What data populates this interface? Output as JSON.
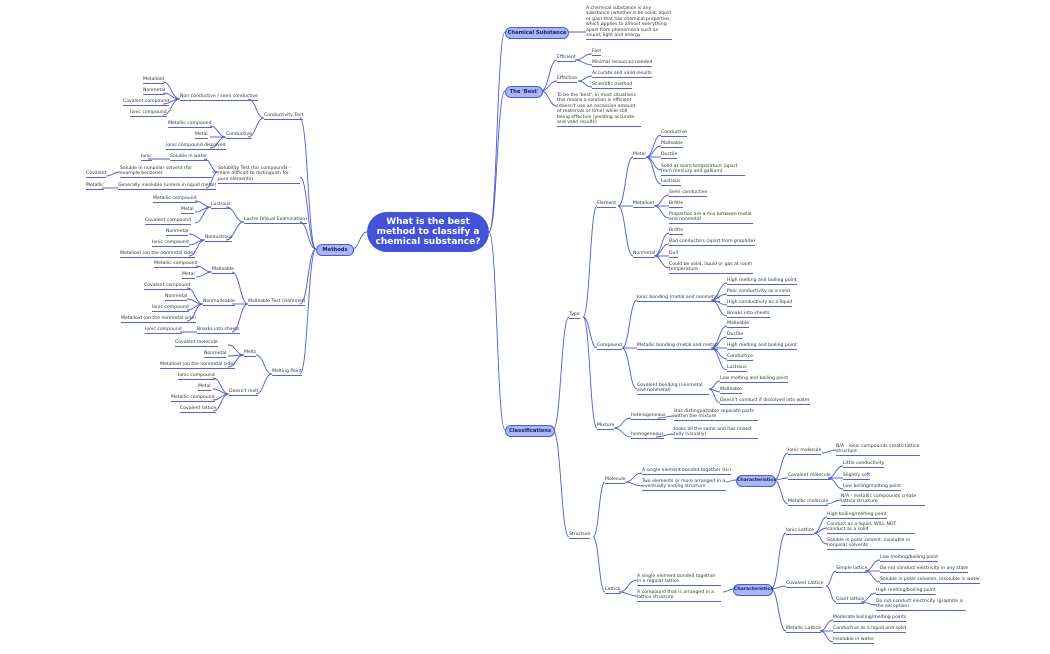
{
  "root": "What is the best method to classify a chemical substance?",
  "branches": {
    "chemical_substance": {
      "label": "Chemical Substance",
      "definition": "A chemical substance is any substance (whether it be solid, liquid or gas) that has chemical properties, which applies to almost everything apart from phenomena such as sound, light and energy"
    },
    "the_best": {
      "label": "The 'Best'",
      "efficient": {
        "label": "Efficient",
        "items": [
          "Fast",
          "Minimal resources needed"
        ]
      },
      "effective": {
        "label": "Effective",
        "items": [
          "Accurate and valid results",
          "Scientific method"
        ]
      },
      "note": "To be the 'best', in most situations this means a solution is efficient (doesn't use an excessive amount of materials or time) while still being effective (yielding accurate and valid results)"
    },
    "methods": {
      "label": "Methods",
      "conductivity": {
        "label": "Conductivity Test",
        "non_conductive": {
          "label": "Non conductive / semi conductive",
          "items": [
            "Metalloid",
            "Nonmetal",
            "Covalent compound",
            "Ionic compound"
          ]
        },
        "conductive": {
          "label": "Conductive",
          "items": [
            "Metallic compound",
            "Metal",
            "Ionic compound dissolved"
          ]
        }
      },
      "solubility": {
        "label": "Solubility Test (for compounds - more difficult to distinguish for pure elements)",
        "soluble_water": {
          "label": "Soluble in water",
          "items": [
            "Ionic"
          ]
        },
        "soluble_nonpolar": {
          "label": "Soluble in nonpolar solvent (for example benzene)",
          "items": [
            "Covalent"
          ]
        },
        "insoluble": {
          "label": "Generally insoluble (unless in liquid metal)",
          "items": [
            "Metallic"
          ]
        }
      },
      "lustre": {
        "label": "Lustre (Visual Examination)",
        "lustrous": {
          "label": "Lustrous",
          "items": [
            "Metallic compound",
            "Metal",
            "Covalent compound"
          ]
        },
        "nonlustrous": {
          "label": "Nonlustrous",
          "items": [
            "Nonmetal",
            "Ionic compound",
            "Metalloid (on the nonmetal side)"
          ]
        }
      },
      "malleable": {
        "label": "Malleable Test (Hammer)",
        "malleable": {
          "label": "Malleable",
          "items": [
            "Metallic compound",
            "Metal"
          ]
        },
        "nonmalleable": {
          "label": "Nonmalleable",
          "items": [
            "Covalent compound",
            "Nonmetal",
            "Ionic compound",
            "Metalloid (on the nonmetal side)"
          ]
        },
        "breaks": {
          "label": "Breaks into sheets",
          "items": [
            "Ionic compound"
          ]
        }
      },
      "melting": {
        "label": "Melting Point",
        "melts": {
          "label": "Melts",
          "items": [
            "Covalent molecule",
            "Nonmetal",
            "Metalloid (on the nonmetal side)"
          ]
        },
        "doesnt_melt": {
          "label": "Doesn't melt",
          "items": [
            "Ionic compound",
            "Metal",
            "Metallic compound",
            "Covalent lattice"
          ]
        }
      }
    },
    "classifications": {
      "label": "Classifications",
      "type": {
        "label": "Type",
        "element": {
          "label": "Element",
          "metal": {
            "label": "Metal",
            "items": [
              "Conductive",
              "Malleable",
              "Ductile",
              "Solid at room temperature (apart from mercury and gallium)",
              "Lustrous"
            ]
          },
          "metalloid": {
            "label": "Metalloid",
            "items": [
              "Semi conductive",
              "Brittle",
              "Properties are a mix between metal and nonmetal"
            ]
          },
          "nonmetal": {
            "label": "Nonmetal",
            "items": [
              "Brittle",
              "Bad conductors (apart from graphite)",
              "Dull",
              "Could be solid, liquid or gas at room temperature"
            ]
          }
        },
        "compound": {
          "label": "Compound",
          "ionic": {
            "label": "Ionic bonding (metal and nonmetal)",
            "items": [
              "High melting and boiling point",
              "Poor conductivity as a solid",
              "High conductivity as a liquid",
              "Breaks into sheets"
            ]
          },
          "metallic": {
            "label": "Metallic bonding (metal and metal)",
            "items": [
              "Malleable",
              "Ductile",
              "High melting and boiling point",
              "Conductive",
              "Lustrous"
            ]
          },
          "covalent": {
            "label": "Covalent bonding (nonmetal and nonmetal)",
            "items": [
              "Low melting and boiling point",
              "Malleable",
              "Doesn't conduct if dissolved into water"
            ]
          }
        },
        "mixture": {
          "label": "Mixture",
          "heterogeneous": {
            "label": "heterogeneous",
            "items": [
              "Has distinguishable separate parts within the mixture"
            ]
          },
          "homogeneous": {
            "label": "homogeneous",
            "items": [
              "looks all the same and has mixed fully (visually)"
            ]
          }
        }
      },
      "structure": {
        "label": "Structure",
        "molecule": {
          "label": "Molecule",
          "items": [
            "A single element bonded together (H₂)",
            "Two elements or more arranged in a eventually ending structure"
          ],
          "characteristics": "Characteristics",
          "ionic_molecule": {
            "label": "Ionic molecule",
            "items": [
              "N/A - ionic compounds create lattice structure"
            ]
          },
          "covalent_molecule": {
            "label": "Covalent molecule",
            "items": [
              "Little conductivity",
              "Slightly soft",
              "Low boiling/melting point"
            ]
          },
          "metallic_molecule": {
            "label": "Metallic molecule",
            "items": [
              "N/A - metallic compounds create lattice structure"
            ]
          }
        },
        "lattice": {
          "label": "Lattice",
          "items": [
            "A single element bonded together in a regular lattice",
            "A compound that is arranged in a lattice structure"
          ],
          "characteristics": "Characteristics",
          "ionic_lattice": {
            "label": "Ionic Lattice",
            "items": [
              "High boiling/melting point",
              "Conduct as a liquid, WILL NOT conduct as a solid",
              "Soluble in polar solvent, insoluble in nonpolar solvents"
            ]
          },
          "covalent_lattice": {
            "label": "Covalent Lattice",
            "simple": {
              "label": "Simple lattice",
              "items": [
                "Low melting/boiling point",
                "Do not conduct electricity in any state",
                "Soluble in polar solvents, insoluble in water"
              ]
            },
            "giant": {
              "label": "Giant lattice",
              "items": [
                "High melting/boiling point",
                "Do not conduct electricity (graphite is the exception)"
              ]
            }
          },
          "metallic_lattice": {
            "label": "Metallic Lattice",
            "items": [
              "Moderate boiling/melting points",
              "Conductive as a liquid and solid",
              "Insoluble in water"
            ]
          }
        }
      }
    }
  },
  "colors": {
    "line": "#4c5bd4",
    "root_bg": "#4353d9",
    "pill_bg": "#a9b6f4",
    "pill_text": "#14206a",
    "text": "#333333"
  }
}
